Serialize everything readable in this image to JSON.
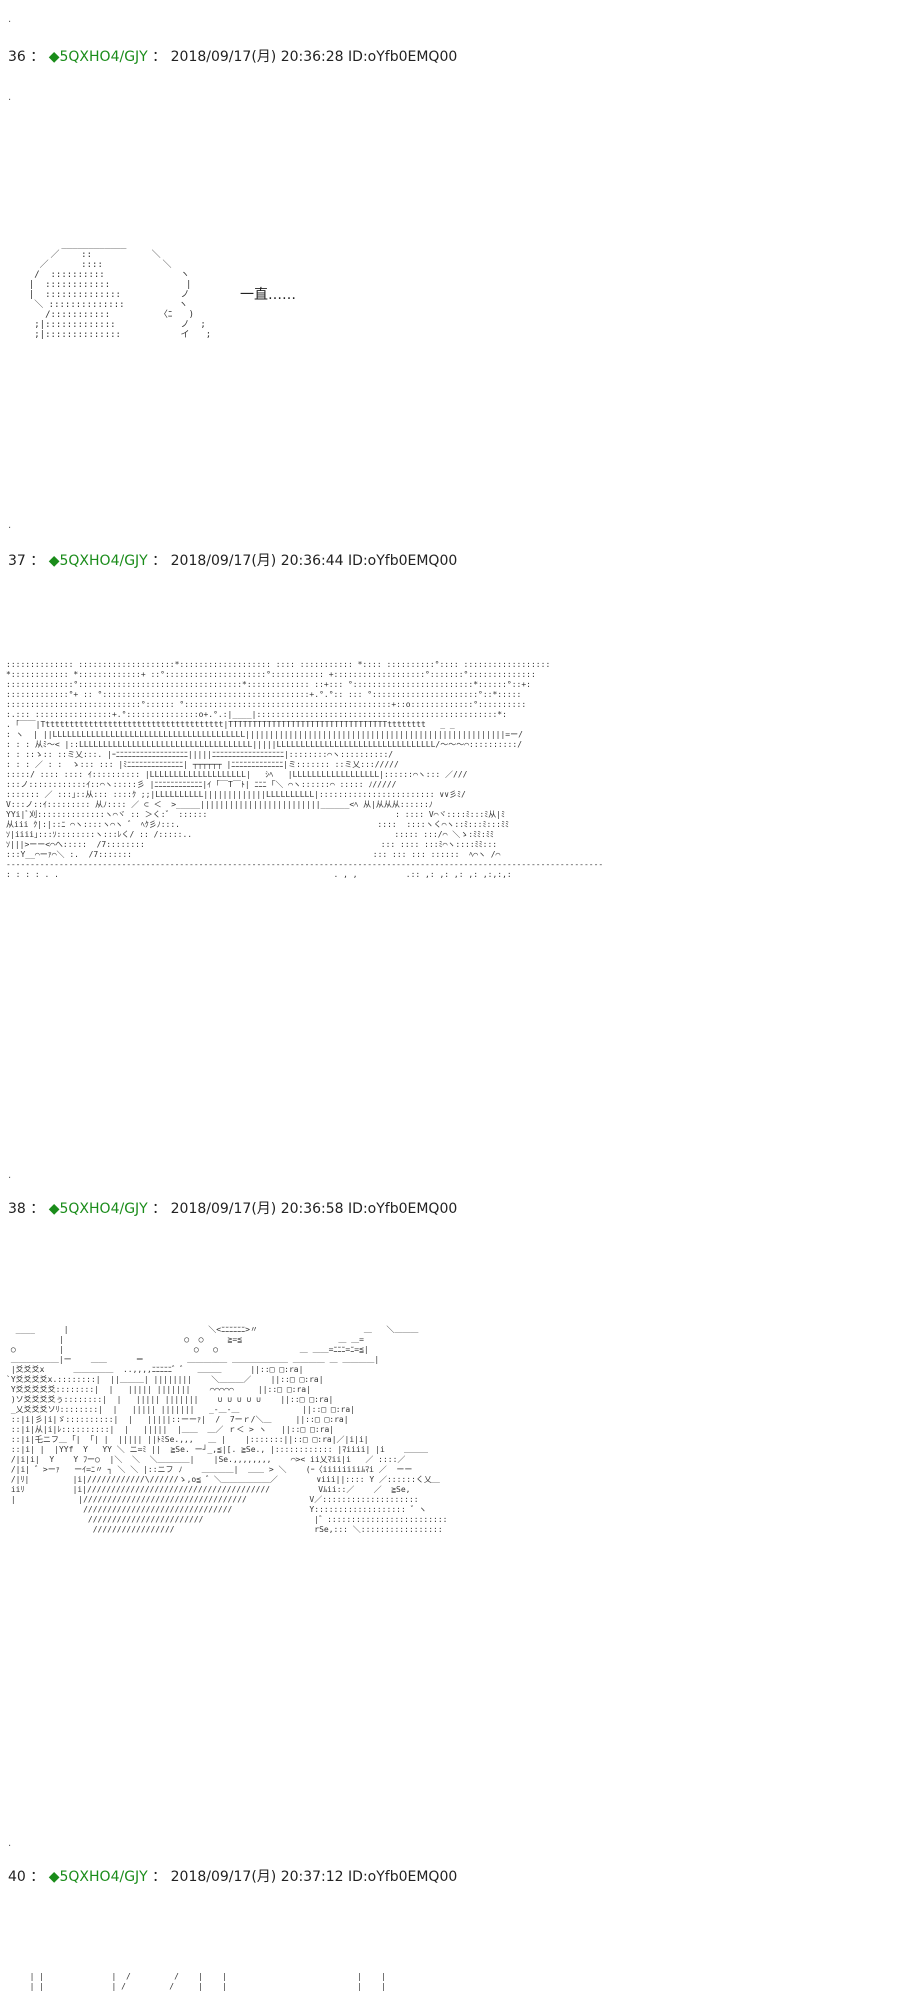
{
  "posts": [
    {
      "number": "36",
      "sep": "：",
      "name": "◆5QXHO4/GJY",
      "date": "2018/09/17(月) 20:36:28",
      "id": "ID:oYfb0EMQ00",
      "narration": "一直……",
      "aa": "        ____________\n      ／    ::           ＼\n    ／      ::::           ＼\n   /  ::::::::::              ヽ\n  |  ::::::::::::              |\n  |  ::::::::::::::           ノ\n   ＼ ::::::::::::::          ヽ\n     /:::::::::::         〈ﾆ   )\n   ;|:::::::::::::            ノ  ;\n   ;|::::::::::::::           イ   ;"
    },
    {
      "number": "37",
      "sep": "：",
      "name": "◆5QXHO4/GJY",
      "date": "2018/09/17(月) 20:36:44",
      "id": "ID:oYfb0EMQ00",
      "aa": ":::::::::::::: ::::::::::::::::::::*::::::::::::::::::: :::: ::::::::::: *:::: ::::::::::°:::: ::::::::::::::::::\n*:::::::::::: *:::::::::::::+ ::°:::::::::::::::::::::°::::::::::: +:::::::::::::::::::°:::::::°::::::::::::::\n::::::::::::::°::::::::::::::::::::::::::::::::::*::::::::::::: ::+::: °:::::::::::::::::::::::::*::::::°::+:\n:::::::::::::°+ :: °:::::::::::::::::::::::::::::::::::::::::::+.°.°:: ::: °::::::::::::::::::::::°::*:::::\n::::::::::::::::::::::::::::°:::::: °:::::::::::::::::::::::::::::::::::::::::::+::o:::::::::::::°::::::::::\n:.::: ::::::::::::::::+.°:::::::::::::::o+.°.:|____|::::::::::::::::::::::::::::::::::::::::::::::::::*:\n. ｢￣￣|Tttttttttttttttttttttttttttttttttttttt|TTTTTTTTTTTTTTTTTTTTTTTTTTTTTTTTTtttttttt   _ _\n: ヽ  | ||LLLLLLLLLLLLLLLLLLLLLLLLLLLLLLLLLLLLLLLL||||||||||||||||||||||||||||||||||||||||||||||||||||||=ー/\n: : : 从ﾐ〜< |::LLLLLLLLLLLLLLLLLLLLLLLLLLLLLLLLLLLL|||||LLLLLLLLLLLLLLLLLLLLLLLLLLLLLLLLL/〜〜〜⌒::::::::::/\n: : ::ゝ:: ::ミ乂:::. |ｰﾆﾆﾆﾆﾆﾆﾆﾆﾆﾆﾆﾆﾆﾆﾆﾆﾆﾆ|||||ﾆﾆﾆﾆﾆﾆﾆﾆﾆﾆﾆﾆﾆﾆﾆﾆﾆﾆ|::::::::⌒ヽ::::::::::/\n: : : ／ : :  ゝ::: ::: |ﾐﾆﾆﾆﾆﾆﾆﾆﾆﾆﾆﾆﾆﾆﾆ| ┬┬┬┬┬┬ |ﾆﾆﾆﾆﾆﾆﾆﾆﾆﾆﾆﾆﾆ|ミ::::::: ::ミ乂::://///\n:::::/ :::: :::: ｲ:::::::::: |LLLLLLLLLLLLLLLLLLLL|   ｼﾍ   |LLLLLLLLLLLLLLLLLL|::::::⌒ヽ::: ／///\n:::ノ::::::::::::ｲ::⌒ヽ:::::彡 |ﾆﾆﾆﾆﾆﾆﾆﾆﾆﾆﾆﾆ|ｲ ｢￣T￣ﾄ| ﾆﾆﾆ ｢＼ ⌒ヽ::::::⌒ ::::: ﾉ/////\n::::::: ／ :::｣::从::: ::::ｸ ;;|LLLLLLLLLL|||||||||||||LLLLLLLLLL|:::::::::::::::::::::::: ∨∨彡ﾐ/\nV:::ノ::ｲ::::::::: 从ﾉ:::: ／ ⊂ ＜  >_____|||||||||||||||||||||||||______<ﾍ 从|从从从::::::ﾉ\nYYi|ﾞ刈::::::::::::::ヽ⌒ヾ :: ＞く:゛ ::::::                                       : :::: V⌒ヾ::::ﾐ:::ﾐ从|ﾐ\n从iii ｸ|:|::ﾆ ⌒ヽ::::ヽ⌒ヽ ゛ ﾍｸ彡ﾉ:::.                                         ::::  ::::ヽく⌒ヽ::ﾐ:::ﾐ:::ﾐﾐ\nｿ|iiii｣:::ｿ::::::::ヽ:::ﾚく/ :: /:::::..                                          ::::: :::/⌒ ＼ゝ:ﾐﾐ:ﾐﾐ\nｿ|||>ーー<⌒へ:::::  /7::::::::                                                 ::: :::: :::ﾐ⌒ヽ::::ﾐﾐ:::\n:::Y__⌒ーｧ⌒＼ :.  /7:::::::                                                  ::: ::: ::: ::::::  ﾍ⌒ヽ /⌒\n----------------------------------------------------------------------------------------------------------------------------\n: : : : . .                                                         . , ,          .:: ,: ,: ,: ,: ,:,:,:"
    },
    {
      "number": "38",
      "sep": "：",
      "name": "◆5QXHO4/GJY",
      "date": "2018/09/17(月) 20:36:58",
      "id": "ID:oYfb0EMQ00",
      "aa": "  ____      |                             ＼<ﾆﾆﾆﾆﾆﾆ>〃                      ＿   ＼＿＿＿\n           |                         ◯  ◯     ≧=≦                    ＿ ＿=\n ◯         |                           ◯   ◯                 ＿ ＿＿=ﾆﾆﾆ=ﾆ=≦|\n ＿＿＿＿＿＿|ー    ＿＿      ＝         ＿＿＿＿＿ ＿＿＿＿＿＿＿ ＿＿＿＿ ＿ ＿＿＿＿|\n |爻爻爻x      ＿＿＿＿＿  ..,,,,ﾆﾆﾆﾆﾆ゛゛  ＿＿＿      ||::□ □:ra|\n`Y爻爻爻爻x.::::::::|  ||＿＿＿| ||||||||    ＼＿＿＿／    ||::□ □:ra|\n Y爻爻爻爻爻::::::::|  |   ||||| |||||||    ⌒⌒⌒⌒⌒     ||::□ □:ra|\n )ソ爻爻爻爻ぅ::::::::|  |   ||||| |||||||    ∪ ∪ ∪ ∪ ∪    ||::□ □:ra|\n _乂爻爻爻ソﾘ::::::::|  |   ||||| |||||||   _-＿-＿             ||::□ □:ra|\n ::|i|彡|i|ゞ::::::::::|  |   |||||::ーーｧ|  /  7ーｒ/＼＿     ||::□ □:ra|\n ::|i|从|i|ﾚ::::::::::|  |   |||||  |＿＿  ＿／ ｒ＜ > ヽ   ||::□ □:ra|\n ::|i|乇ニフ＿ ｢|  ｢| |  ||||| ||ﾄﾐSe.,,,   ＿ |    |:::::::||::□ □:ra|／|i|i|\n ::|i| |  |YYf  Y   YY ＼ ニ=ﾐ ||  ≧Se. ー┘_,≦|[. ≧Se., |:::::::::::: |ﾏiiii| |i    ＿＿＿\n /|i|i|  Y    Y ﾌー◯  |＼  ＼  ＼＿＿＿＿|    |Se.,,,,,,,,    ⌒>< ii乂ﾏii|i   ／ ::::／\n /|i| ゛>ーｧ   ーｲ=ﾆ〃 ┐ ＼ ＼ |::ニフ ﾉ    ＿＿＿＿|  ＿＿ > ＼    (ｰ〈iiiiiiiiﾑﾏi ／  ーー\n /|ﾘ|         |i|////////////\\//////ゝ,o≦ ゛＼＿＿＿＿＿＿／        ∨iii||:::: Y ／::::::く乂＿\n iiﾘ          |i|//////////////////////////////////////          Vﾑii::／    ／  ≧Se,\n |             |//////////////////////////////////             V／::::::::::::::::::::\n                ///////////////////////////////                Y::::::::::::::::::: ゛ヽ\n                 ////////////////////////                       |゛:::::::::::::::::::::::::\n                  /////////////////                             rSe,::: ＼:::::::::::::::::"
    },
    {
      "number": "40",
      "sep": "：",
      "name": "◆5QXHO4/GJY",
      "date": "2018/09/17(月) 20:37:12",
      "id": "ID:oYfb0EMQ00",
      "aa": "  | |              |  /         /    |    |                           |    |\n  | |              | /         /     |    |                           |    |"
    }
  ]
}
